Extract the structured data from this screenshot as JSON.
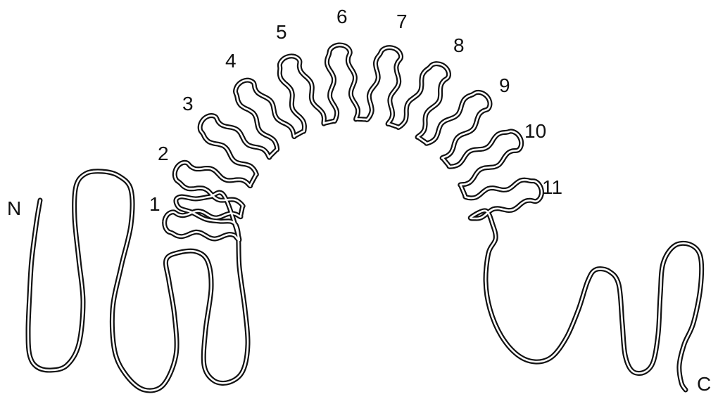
{
  "diagram": {
    "terminal_labels": {
      "n_terminus": "N",
      "c_terminus": "C"
    },
    "repeat_labels": [
      "1",
      "2",
      "3",
      "4",
      "5",
      "6",
      "7",
      "8",
      "9",
      "10",
      "11"
    ],
    "line_color": "#111111",
    "background": "#ffffff"
  }
}
